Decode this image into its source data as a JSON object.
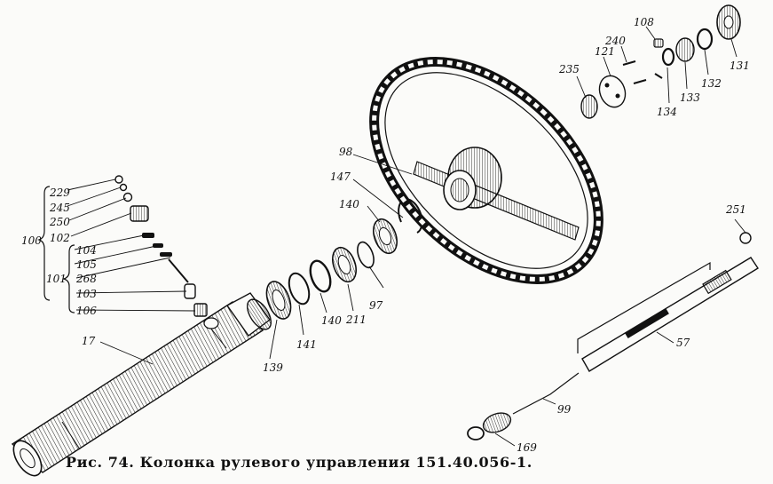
{
  "caption": "Рис. 74. Колонка рулевого управления 151.40.056-1.",
  "labels": {
    "p229": "229",
    "p245": "245",
    "p250": "250",
    "p102": "102",
    "p100": "100",
    "p104": "104",
    "p105": "105",
    "p101": "101",
    "p268": "268",
    "p103": "103",
    "p106": "106",
    "p17": "17",
    "p139": "139",
    "p141": "141",
    "p140a": "140",
    "p211": "211",
    "p97": "97",
    "p140b": "140",
    "p147": "147",
    "p98": "98",
    "p235": "235",
    "p121": "121",
    "p240": "240",
    "p108": "108",
    "p134": "134",
    "p133": "133",
    "p132": "132",
    "p131": "131",
    "p251": "251",
    "p57": "57",
    "p99": "99",
    "p169": "169"
  }
}
